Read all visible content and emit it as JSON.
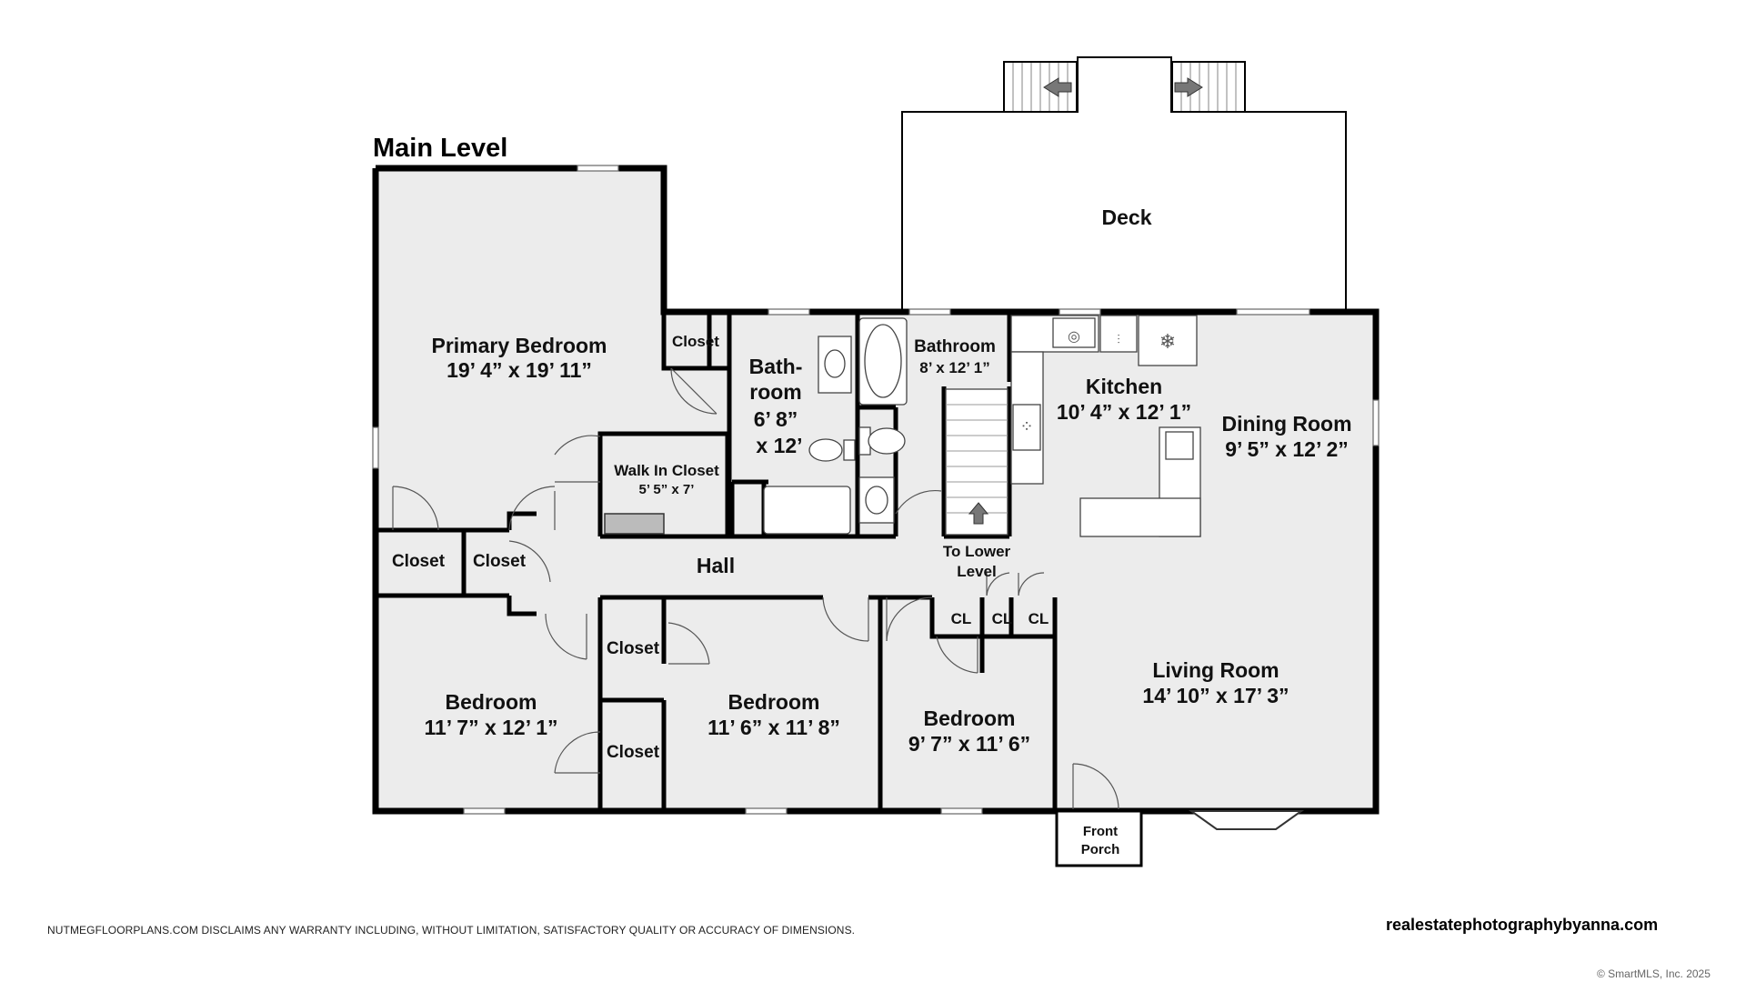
{
  "title": "Main Level",
  "rooms": {
    "deck": {
      "name": "Deck"
    },
    "primary": {
      "name": "Primary Bedroom",
      "dims": "19’ 4” x 19’ 11”"
    },
    "closet_primary": {
      "name": "Closet"
    },
    "bath1": {
      "line1": "Bath-",
      "line2": "room",
      "line3": "6’ 8”",
      "line4": "x 12’"
    },
    "bath2": {
      "name": "Bathroom",
      "dims": "8’ x 12’ 1”"
    },
    "kitchen": {
      "name": "Kitchen",
      "dims": "10’ 4” x 12’ 1”"
    },
    "dining": {
      "name": "Dining Room",
      "dims": "9’ 5” x 12’ 2”"
    },
    "walkin": {
      "name": "Walk In Closet",
      "dims": "5’ 5” x 7’"
    },
    "closet_a": {
      "name": "Closet"
    },
    "closet_b": {
      "name": "Closet"
    },
    "hall": {
      "name": "Hall"
    },
    "stairs": {
      "line1": "To Lower",
      "line2": "Level"
    },
    "cl1": {
      "name": "CL"
    },
    "cl2": {
      "name": "CL"
    },
    "cl3": {
      "name": "CL"
    },
    "bedroom1": {
      "name": "Bedroom",
      "dims": "11’ 7” x 12’ 1”"
    },
    "closet_c": {
      "name": "Closet"
    },
    "closet_d": {
      "name": "Closet"
    },
    "bedroom2": {
      "name": "Bedroom",
      "dims": "11’ 6” x 11’ 8”"
    },
    "bedroom3": {
      "name": "Bedroom",
      "dims": "9’ 7” x 11’ 6”"
    },
    "living": {
      "name": "Living Room",
      "dims": "14’ 10” x 17’ 3”"
    },
    "porch": {
      "line1": "Front",
      "line2": "Porch"
    }
  },
  "footer": {
    "disclaimer": "NUTMEGFLOORPLANS.COM DISCLAIMS ANY WARRANTY INCLUDING, WITHOUT LIMITATION, SATISFACTORY QUALITY OR ACCURACY OF DIMENSIONS.",
    "website": "realestatephotographybyanna.com",
    "copyright": "© SmartMLS, Inc. 2025"
  },
  "colors": {
    "floor": "#ececec",
    "wall": "#000000",
    "background": "#ffffff"
  }
}
